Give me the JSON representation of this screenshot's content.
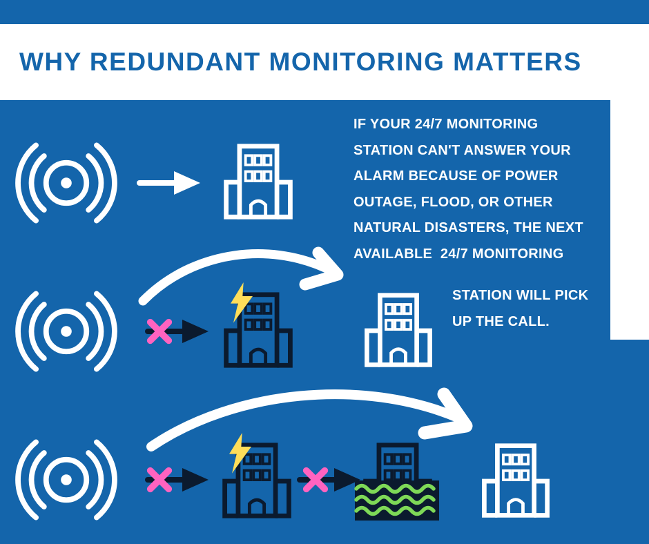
{
  "title": "WHY REDUNDANT MONITORING MATTERS",
  "paragraph": {
    "lines": [
      "IF YOUR 24/7 MONITORING",
      "STATION CAN'T ANSWER YOUR",
      "ALARM BECAUSE OF POWER",
      "OUTAGE, FLOOD, OR OTHER",
      "NATURAL DISASTERS, THE NEXT",
      "AVAILABLE  24/7 MONITORING",
      "STATION WILL PICK",
      "UP THE CALL."
    ]
  },
  "colors": {
    "background": "#1465AB",
    "title_text": "#1465AB",
    "white": "#FFFFFF",
    "dark": "#0B1A2E",
    "pink": "#FF63C0",
    "yellow": "#FFDE59",
    "green": "#7ED957"
  },
  "icons": {
    "alarm-signal": "concentric circles with side sound-wave arcs",
    "arrow-right": "thick arrow with triangular head",
    "blocked-x": "pink hand-drawn X over arrow",
    "monitoring-station": "outlined building with windows and arched door",
    "lightning-bolt": "yellow power-outage bolt",
    "flood-waves": "green wavy water lines over dark block",
    "curved-arrow": "hand-drawn white curved arrow"
  },
  "diagram": {
    "rows": [
      {
        "icons": [
          "alarm-signal",
          "arrow-right",
          "monitoring-station-active"
        ]
      },
      {
        "icons": [
          "alarm-signal",
          "blocked-x",
          "arrow-right",
          "monitoring-station-power-outage",
          "curved-arrow",
          "monitoring-station-active"
        ]
      },
      {
        "icons": [
          "alarm-signal",
          "blocked-x",
          "arrow-right",
          "monitoring-station-power-outage",
          "blocked-x",
          "arrow-right",
          "monitoring-station-flooded",
          "curved-arrow",
          "monitoring-station-active"
        ]
      }
    ]
  }
}
